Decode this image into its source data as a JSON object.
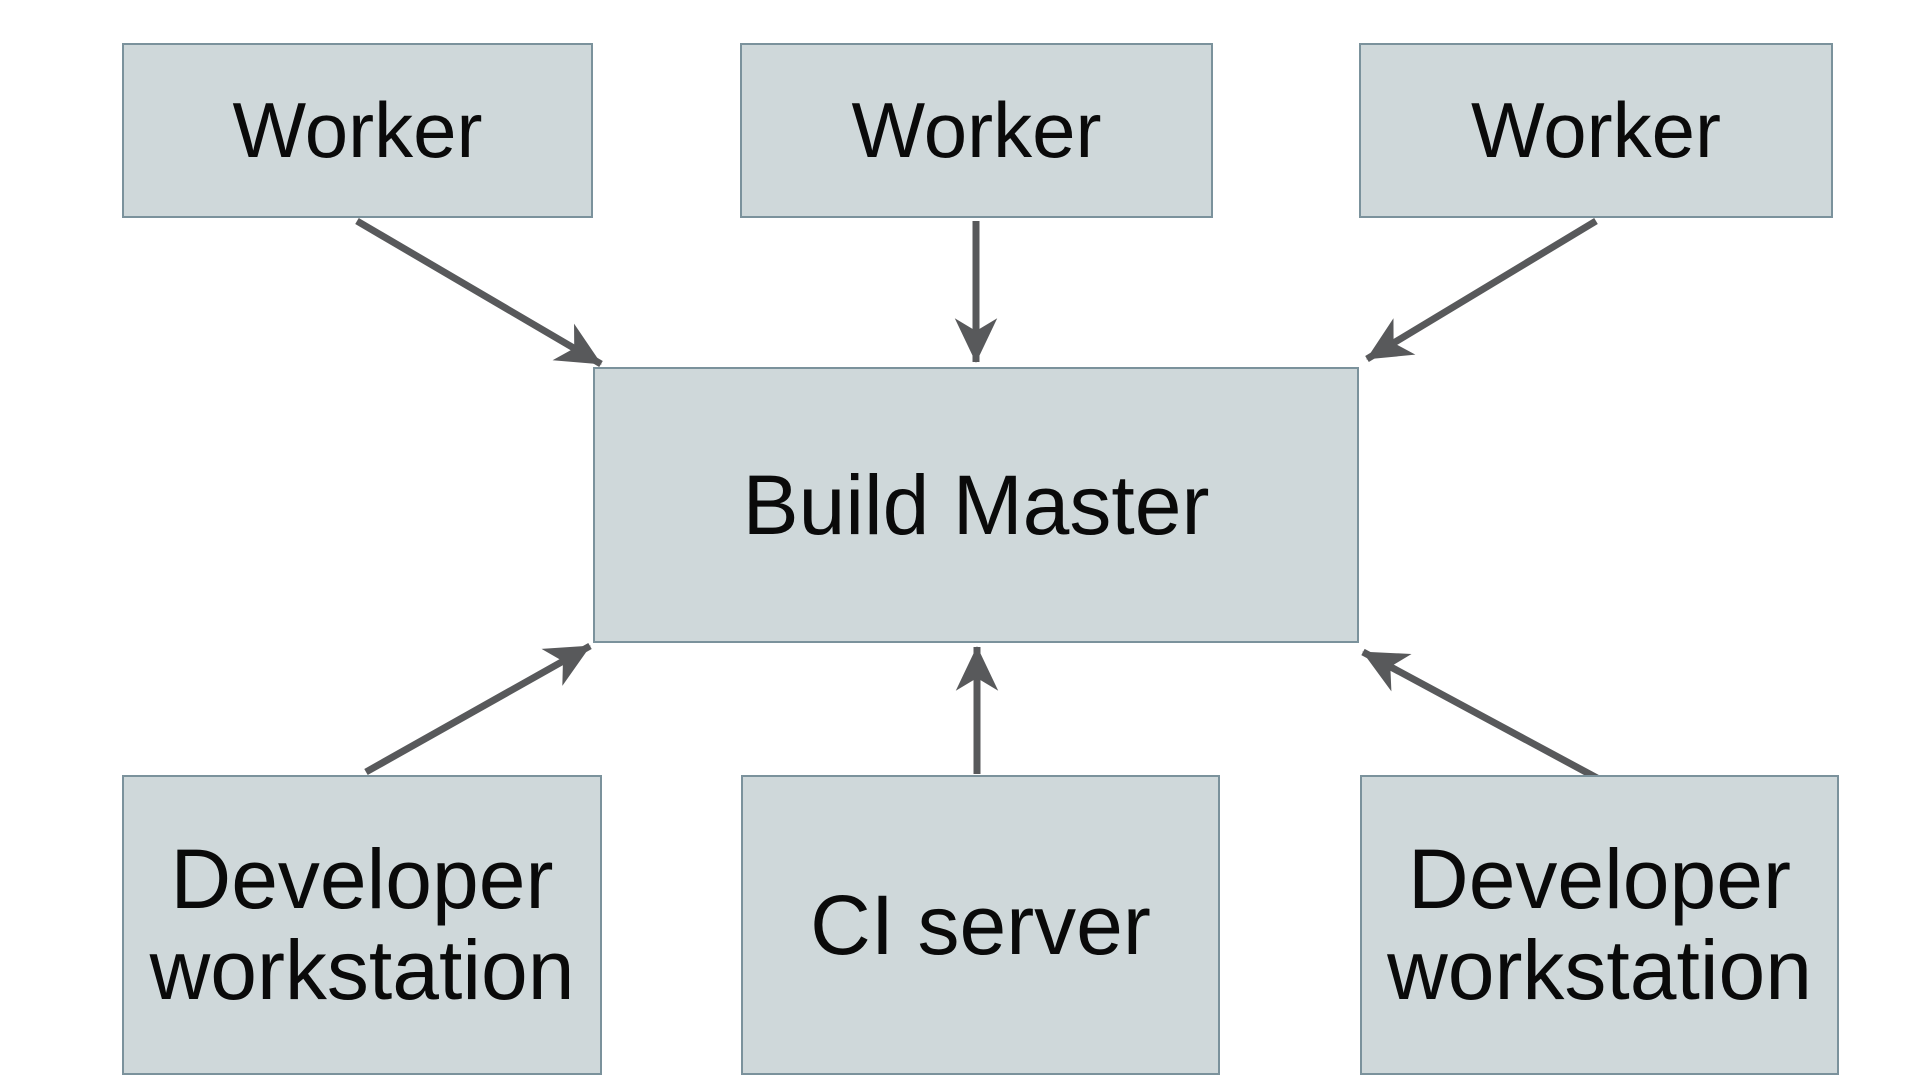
{
  "diagram": {
    "nodes": {
      "worker_1": {
        "label": "Worker"
      },
      "worker_2": {
        "label": "Worker"
      },
      "worker_3": {
        "label": "Worker"
      },
      "build_master": {
        "label": "Build Master"
      },
      "dev_workstation_left": {
        "label": "Developer workstation"
      },
      "ci_server": {
        "label": "CI server"
      },
      "dev_workstation_right": {
        "label": "Developer workstation"
      }
    },
    "edges": [
      {
        "from": "worker_1",
        "to": "build_master"
      },
      {
        "from": "worker_2",
        "to": "build_master"
      },
      {
        "from": "worker_3",
        "to": "build_master"
      },
      {
        "from": "dev_workstation_left",
        "to": "build_master"
      },
      {
        "from": "ci_server",
        "to": "build_master"
      },
      {
        "from": "dev_workstation_right",
        "to": "build_master"
      }
    ],
    "colors": {
      "background": "#ffffff",
      "node_fill": "#cfd8da",
      "node_border": "#7b929c",
      "arrow": "#58595b",
      "text": "#0a0a0a"
    }
  }
}
